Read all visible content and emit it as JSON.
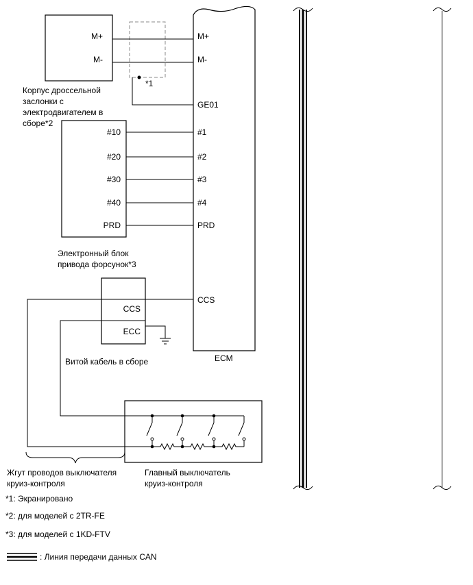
{
  "throttle_body": {
    "label_lines": [
      "Корпус дроссельной",
      "заслонки с",
      "электродвигателем в",
      "сборе*2"
    ],
    "pins": [
      "M+",
      "M-"
    ]
  },
  "shield_marker": "*1",
  "injector_driver": {
    "label_lines": [
      "Электронный блок",
      "привода форсунок*3"
    ],
    "pins": [
      "#10",
      "#20",
      "#30",
      "#40",
      "PRD"
    ]
  },
  "spiral_cable": {
    "label": "Витой кабель в сборе",
    "pins": [
      "CCS",
      "ECC"
    ]
  },
  "ecm": {
    "label": "ECM",
    "pins": [
      "M+",
      "M-",
      "GE01",
      "#1",
      "#2",
      "#3",
      "#4",
      "PRD",
      "CCS"
    ]
  },
  "cruise_harness": {
    "label_lines": [
      "Жгут проводов выключателя",
      "круиз-контроля"
    ]
  },
  "cruise_main_switch": {
    "label_lines": [
      "Главный выключатель",
      "круиз-контроля"
    ]
  },
  "notes": [
    "*1: Экранировано",
    "*2: для моделей с 2TR-FE",
    "*3: для моделей с 1KD-FTV"
  ],
  "legend": {
    "can_line": ": Линия передачи данных CAN"
  },
  "colors": {
    "line": "#000000",
    "shield": "#888888",
    "can_line": "#000000",
    "background": "#ffffff"
  }
}
